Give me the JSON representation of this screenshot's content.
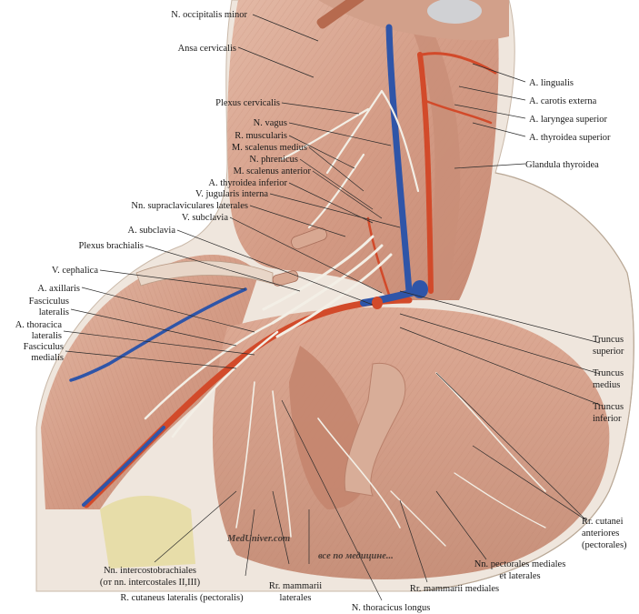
{
  "labels": {
    "n_occipitalis_minor": "N. occipitalis minor",
    "ansa_cervicalis": "Ansa cervicalis",
    "plexus_cervicalis": "Plexus cervicalis",
    "n_vagus": "N. vagus",
    "r_muscularis": "R. muscularis",
    "m_scalenus_medius": "M. scalenus medius",
    "n_phrenicus": "N. phrenicus",
    "m_scalenus_anterior": "M. scalenus anterior",
    "a_thyroidea_inferior": "A. thyroidea inferior",
    "v_jugularis_interna": "V. jugularis interna",
    "nn_supraclaviculares_laterales": "Nn. supraclaviculares laterales",
    "v_subclavia": "V. subclavia",
    "a_subclavia": "A. subclavia",
    "plexus_brachialis": "Plexus brachialis",
    "v_cephalica": "V. cephalica",
    "a_axillaris": "A. axillaris",
    "fasciculus_lateralis_1": "Fasciculus",
    "fasciculus_lateralis_2": "lateralis",
    "a_thoracica_lateralis_1": "A. thoracica",
    "a_thoracica_lateralis_2": "lateralis",
    "fasciculus_medialis_1": "Fasciculus",
    "fasciculus_medialis_2": "medialis",
    "a_lingualis": "A. lingualis",
    "a_carotis_externa": "A. carotis externa",
    "a_laryngea_superior": "A. laryngea superior",
    "a_thyroidea_superior": "A. thyroidea superior",
    "glandula_thyroidea": "Glandula thyroidea",
    "truncus_superior_1": "Truncus",
    "truncus_superior_2": "superior",
    "truncus_medius_1": "Truncus",
    "truncus_medius_2": "medius",
    "truncus_inferior_1": "Truncus",
    "truncus_inferior_2": "inferior",
    "rr_cutanei_1": "Rr. cutanei",
    "rr_cutanei_2": "anteriores",
    "rr_cutanei_3": "(pectorales)",
    "nn_intercostobrachiales_1": "Nn. intercostobrachiales",
    "nn_intercostobrachiales_2": "(от nn. intercostales II,III)",
    "r_cutaneus_lateralis": "R. cutaneus lateralis (pectoralis)",
    "rr_mammarii_laterales_1": "Rr. mammarii",
    "rr_mammarii_laterales_2": "laterales",
    "n_thoracicus_longus": "N. thoracicus longus",
    "rr_mammarii_mediales": "Rr. mammarii mediales",
    "nn_pectorales_1": "Nn. pectorales mediales",
    "nn_pectorales_2": "et laterales"
  },
  "watermark": {
    "main": "MedUniver.com",
    "sub": "все по медицине..."
  },
  "colors": {
    "background": "#ffffff",
    "muscle": "#d7a48e",
    "muscle_dark": "#b9806b",
    "artery": "#d24a2a",
    "vein": "#2f55a8",
    "nerve": "#f3efe6",
    "watermark": "#2f6fd6"
  }
}
